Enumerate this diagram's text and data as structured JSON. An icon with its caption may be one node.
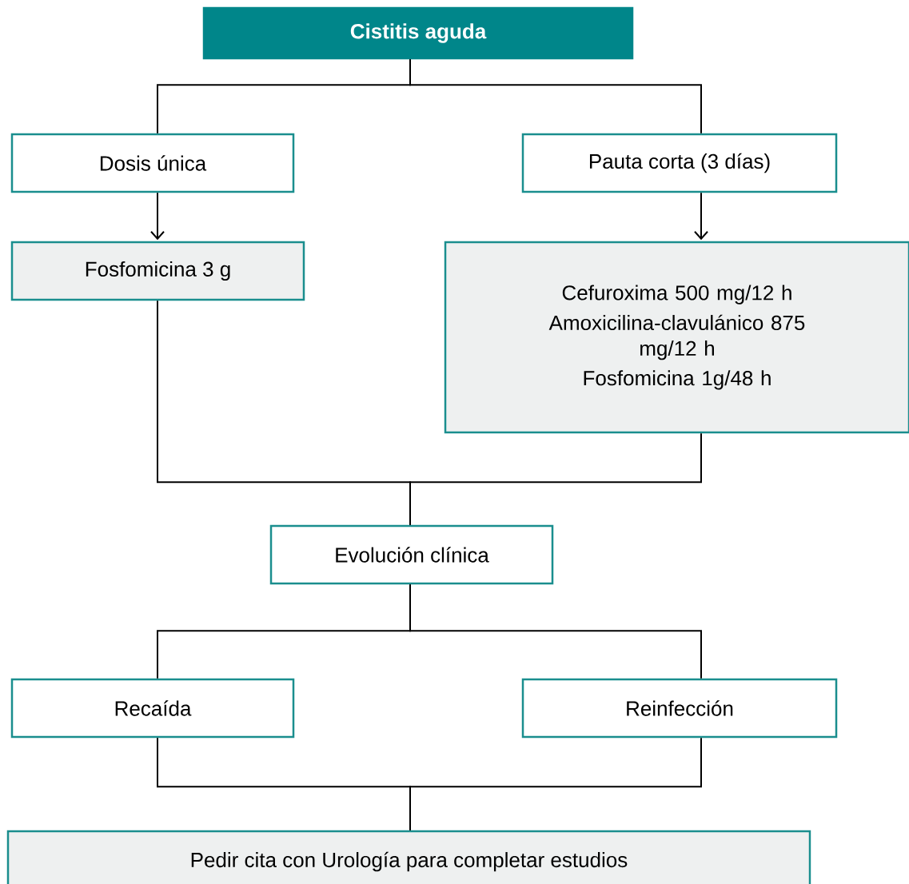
{
  "diagram": {
    "nodes": [
      {
        "text": [
          "Cistitis aguda"
        ]
      },
      {
        "text": [
          "Dosis única"
        ]
      },
      {
        "text": [
          "Pauta corta (3 días)"
        ]
      },
      {
        "text": [
          "Fosfomicina 3 g"
        ]
      },
      {
        "text": [
          "Cefuroxima 500 mg/12 h",
          "Amoxicilina-clavulánico 875 mg/12 h",
          "Fosfomicina 1g/48 h"
        ]
      },
      {
        "text": [
          "Evolución clínica"
        ]
      },
      {
        "text": [
          "Recaída"
        ]
      },
      {
        "text": [
          "Reinfección"
        ]
      },
      {
        "text": [
          "Pedir cita con Urología para completar estudios"
        ]
      }
    ],
    "edges": [
      {
        "from": 0,
        "to": 1,
        "arrow": "none"
      },
      {
        "from": 0,
        "to": 2,
        "arrow": "none"
      },
      {
        "from": 1,
        "to": 3,
        "arrow": "to"
      },
      {
        "from": 2,
        "to": 4,
        "arrow": "to"
      },
      {
        "from": 3,
        "to": 5,
        "arrow": "none"
      },
      {
        "from": 4,
        "to": 5,
        "arrow": "none"
      },
      {
        "from": 5,
        "to": 6,
        "arrow": "none"
      },
      {
        "from": 5,
        "to": 7,
        "arrow": "none"
      },
      {
        "from": 6,
        "to": 8,
        "arrow": "none"
      },
      {
        "from": 7,
        "to": 8,
        "arrow": "none"
      }
    ]
  }
}
